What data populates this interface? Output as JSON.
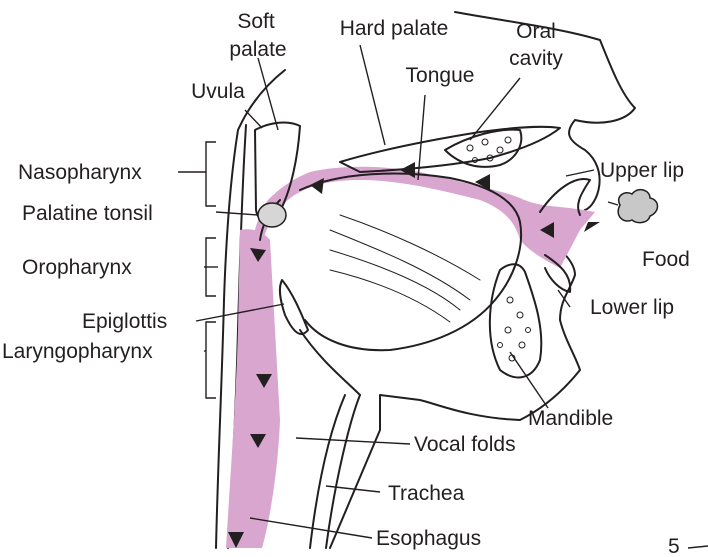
{
  "colors": {
    "pathway": "#d9a6cf",
    "ink": "#231f20",
    "background": "#ffffff"
  },
  "labels": {
    "soft_palate_1": "Soft",
    "soft_palate_2": "palate",
    "hard_palate": "Hard palate",
    "oral_cavity_1": "Oral",
    "oral_cavity_2": "cavity",
    "uvula": "Uvula",
    "tongue": "Tongue",
    "nasopharynx": "Nasopharynx",
    "upper_lip": "Upper lip",
    "palatine_tonsil": "Palatine tonsil",
    "food": "Food",
    "oropharynx": "Oropharynx",
    "lower_lip": "Lower lip",
    "epiglottis": "Epiglottis",
    "laryngopharynx": "Laryngopharynx",
    "mandible": "Mandible",
    "vocal_folds": "Vocal folds",
    "trachea": "Trachea",
    "esophagus": "Esophagus",
    "page_number": "5"
  }
}
